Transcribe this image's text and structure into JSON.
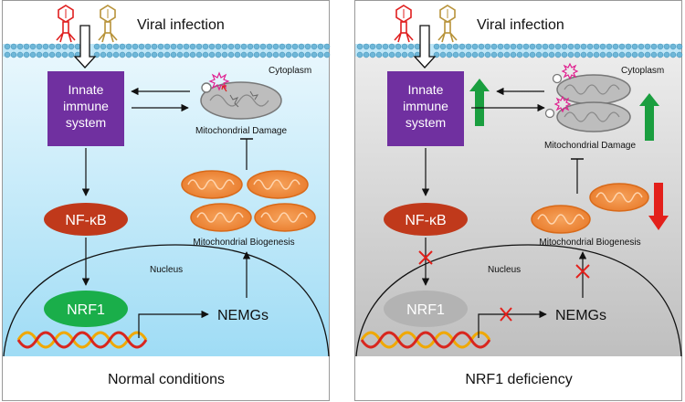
{
  "left": {
    "infection": "Viral infection",
    "cytoplasm": "Cytoplasm",
    "innate_line1": "Innate",
    "innate_line2": "immune",
    "innate_line3": "system",
    "mito_damage": "Mitochondrial Damage",
    "nfkb": "NF-κB",
    "mito_biogenesis": "Mitochondrial Biogenesis",
    "nucleus": "Nucleus",
    "nrf1": "NRF1",
    "nemgs": "NEMGs",
    "caption": "Normal conditions"
  },
  "right": {
    "infection": "Viral infection",
    "cytoplasm": "Cytoplasm",
    "innate_line1": "Innate",
    "innate_line2": "immune",
    "innate_line3": "system",
    "mito_damage": "Mitochondrial Damage",
    "nfkb": "NF-κB",
    "mito_biogenesis": "Mitochondrial Biogenesis",
    "nucleus": "Nucleus",
    "nrf1": "NRF1",
    "nemgs": "NEMGs",
    "caption": "NRF1 deficiency"
  },
  "colors": {
    "left_bg": "#cfeefb",
    "right_bg": "#d4d4d4",
    "innate_box": "#7030a0",
    "nfkb": "#c0391b",
    "nrf1_active": "#1aae4a",
    "nrf1_inactive": "#b3b3b3",
    "mitochondria": "#f08a3c",
    "up_arrow": "#1a9e3f",
    "down_arrow": "#e3201b",
    "block_x": "#e3201b"
  },
  "icons": [
    "virus-icon",
    "membrane-icon",
    "mitochondrion-icon",
    "dna-icon",
    "up-arrow-icon",
    "down-arrow-icon",
    "block-x-icon"
  ]
}
